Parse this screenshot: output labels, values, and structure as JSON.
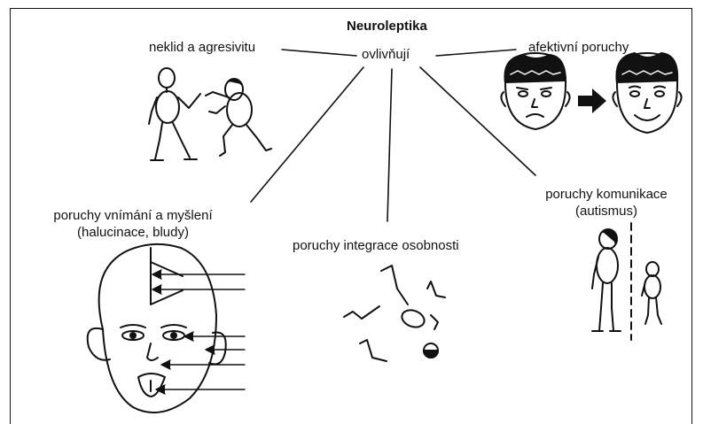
{
  "diagram": {
    "title": "Neuroleptika",
    "subtitle": "ovlivňují",
    "effects": {
      "agitation": "neklid a agresivitu",
      "affective": "afektivní poruchy",
      "perception_line1": "poruchy vnímání a myšlení",
      "perception_line2": "(halucinace, bludy)",
      "integration": "poruchy integrace osobnosti",
      "communication_line1": "poruchy komunikace",
      "communication_line2": "(autismus)"
    }
  }
}
